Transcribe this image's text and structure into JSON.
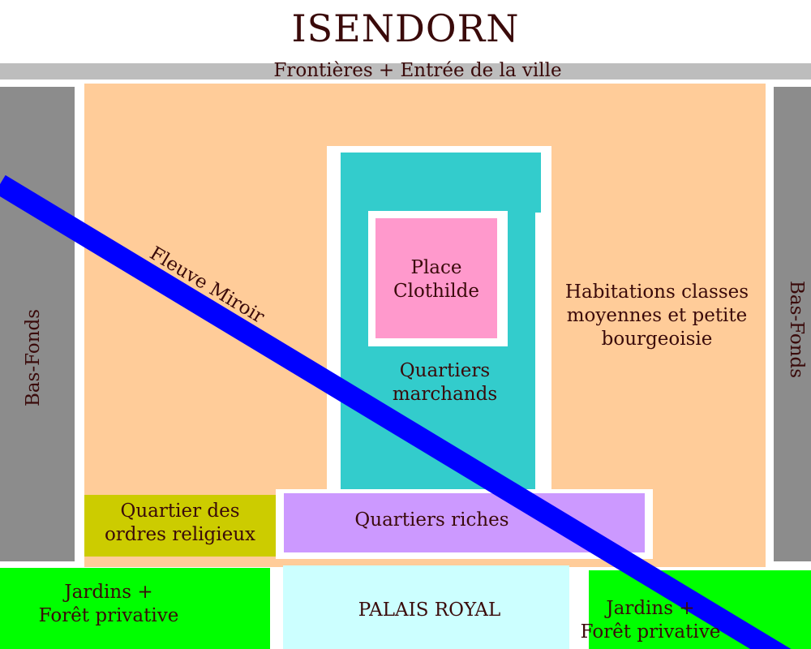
{
  "title": "ISENDORN",
  "labels": {
    "border": "Frontières + Entrée de la ville",
    "bas_fonds_left": "Bas-Fonds",
    "bas_fonds_right": "Bas-Fonds",
    "river": "Fleuve Miroir",
    "place": "Place\nClothilde",
    "merchants": "Quartiers\nmarchands",
    "middle_class": "Habitations classes\nmoyennes et petite\nbourgeoisie",
    "rich": "Quartiers riches",
    "religious": "Quartier des\nordres religieux",
    "garden_left": "Jardins +\nForêt privative",
    "palace": "PALAIS ROYAL",
    "garden_right": "Jardins +\nForêt privative"
  },
  "colors": {
    "text": "#3a0a0a",
    "border_bar": "#bdbdbd",
    "city": "#ffcc99",
    "bas_fonds": "#8c8c8c",
    "merchants": "#33cccc",
    "place": "#ff99cc",
    "rich": "#cc99ff",
    "religious": "#cccc00",
    "gardens": "#00ff00",
    "palace": "#ccffff",
    "river": "#0000ff"
  }
}
